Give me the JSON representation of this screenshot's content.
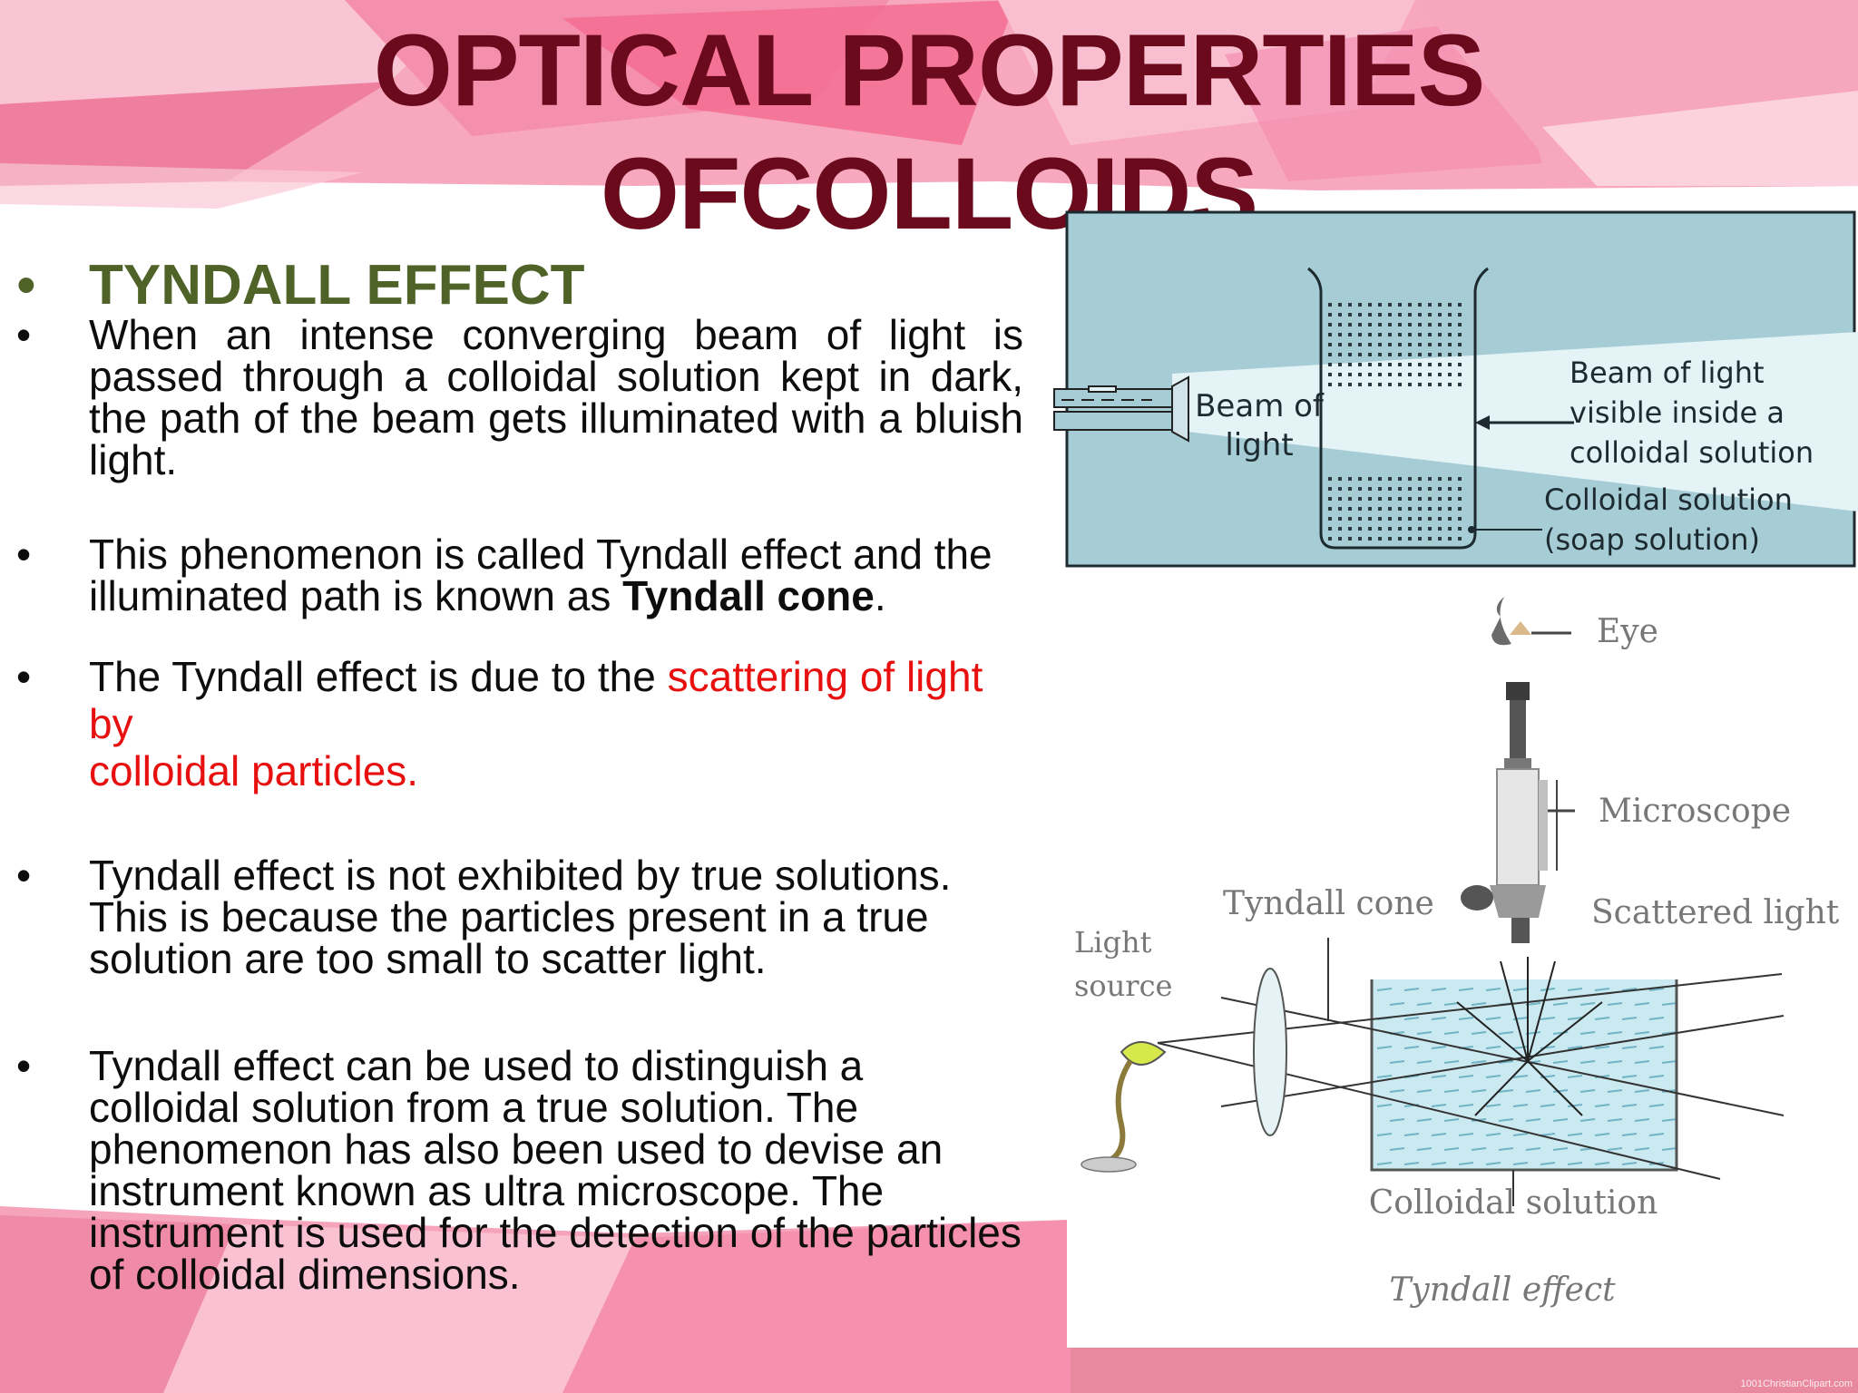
{
  "title": {
    "line1": "OPTICAL PROPERTIES",
    "line2": "OFCOLLOIDS"
  },
  "bullets": {
    "heading": "TYNDALL EFFECT",
    "b1": "When an intense converging beam of light is passed  through a colloidal solution kept in dark, the path of  the beam gets illuminated with a bluish light.",
    "b2_text": "This phenomenon is called Tyndall effect and the  illuminated path is known as ",
    "b2_bold": "Tyndall cone",
    "b2_end": ".",
    "b3_text": "The Tyndall effect is due to the ",
    "b3_red1": "scattering of light by",
    "b3_red2": "colloidal particles.",
    "b4": "Tyndall effect is not exhibited by true solutions. This is  because the particles present in a true solution are too  small to scatter light.",
    "b5": "Tyndall effect can be used to distinguish a colloidal  solution from a true solution. The phenomenon has  also been used to devise an instrument known as ultra  microscope. The instrument is used for the detection  of the particles of colloidal dimensions."
  },
  "diagram1": {
    "beam_label_1": "Beam of",
    "beam_label_2": "light",
    "visible_1": "Beam of light",
    "visible_2": "visible inside a",
    "visible_3": "colloidal solution",
    "solution_1": "Colloidal solution",
    "solution_2": "(soap solution)"
  },
  "diagram2": {
    "eye": "Eye",
    "microscope": "Microscope",
    "tyndall_cone": "Tyndall cone",
    "scattered_light": "Scattered light",
    "light_1": "Light",
    "light_2": "source",
    "colloidal_solution": "Colloidal solution",
    "caption": "Tyndall effect"
  },
  "footer": {
    "credit": "1001ChristianClipart.com"
  },
  "colors": {
    "title": "#6a0a1c",
    "heading": "#4f6228",
    "highlight": "#e8100f",
    "panel": "#a6cdd6"
  }
}
